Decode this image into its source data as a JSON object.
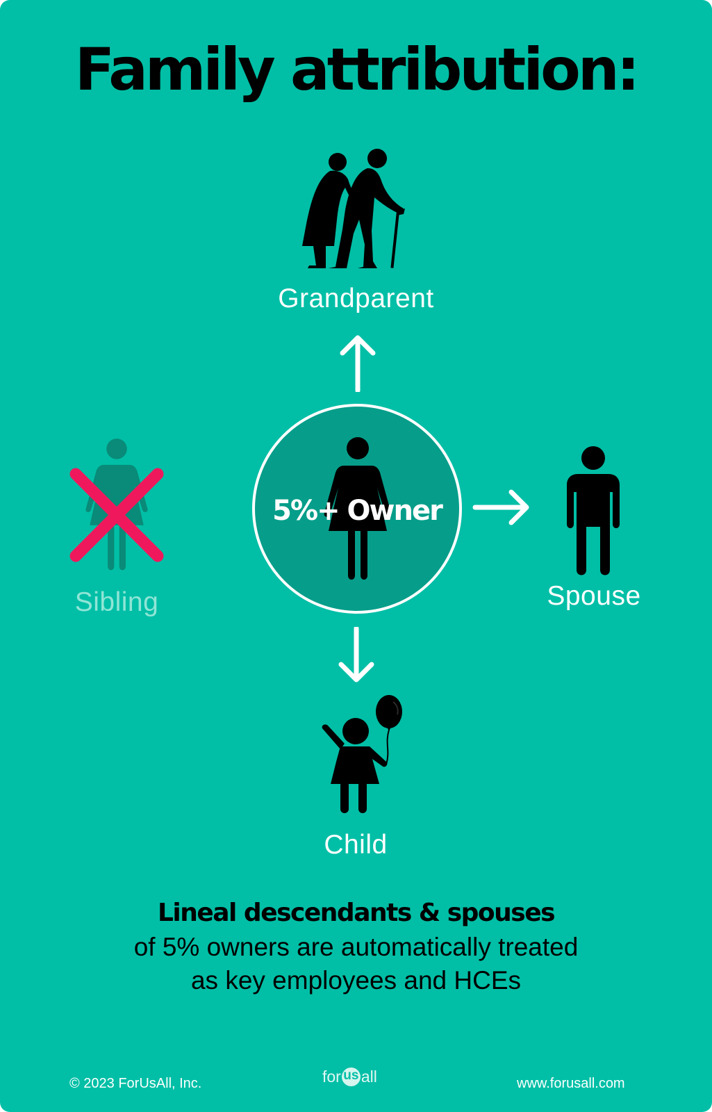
{
  "title": "Family attribution:",
  "colors": {
    "background": "#00BFA6",
    "circle_fill": "#069E8A",
    "cross": "#F0185C",
    "dim_figure": "#0A8A78",
    "dim_label": "#8FE5D6",
    "text_dark": "#000000",
    "text_light": "#FFFFFF"
  },
  "diagram": {
    "center": {
      "label": "5%+ Owner",
      "icon": "woman-figure-icon"
    },
    "nodes": [
      {
        "id": "grandparent",
        "label": "Grandparent",
        "icon": "elderly-couple-icon",
        "direction": "up",
        "included": true
      },
      {
        "id": "spouse",
        "label": "Spouse",
        "icon": "man-figure-icon",
        "direction": "right",
        "included": true
      },
      {
        "id": "child",
        "label": "Child",
        "icon": "child-with-balloon-icon",
        "direction": "down",
        "included": true
      },
      {
        "id": "sibling",
        "label": "Sibling",
        "icon": "woman-figure-icon",
        "direction": "left",
        "included": false,
        "marker": "cross-icon"
      }
    ]
  },
  "caption": {
    "headline": "Lineal descendants & spouses",
    "line1": "of 5% owners are automatically treated",
    "line2": "as key employees and HCEs"
  },
  "footer": {
    "copyright": "© 2023 ForUsAll, Inc.",
    "logo": {
      "prefix": "for",
      "badge": "us",
      "suffix": "all"
    },
    "website": "www.forusall.com"
  }
}
